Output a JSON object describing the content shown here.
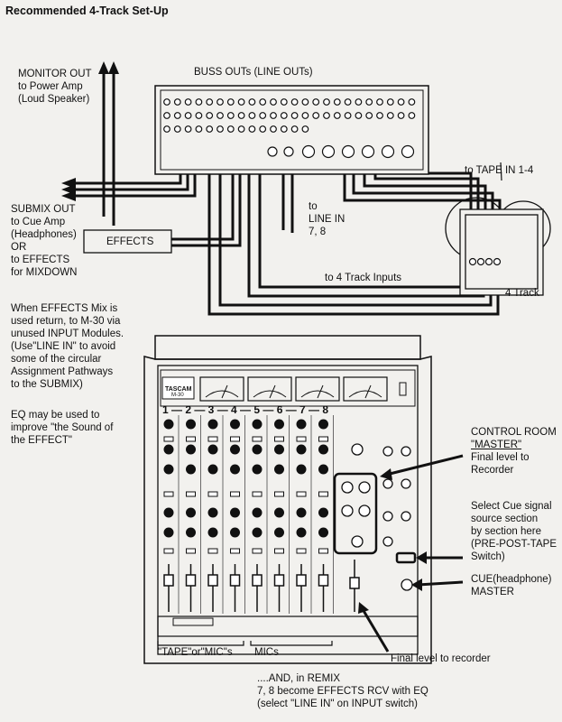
{
  "title": "Recommended 4-Track Set-Up",
  "labels": {
    "buss_outs": "BUSS OUTs (LINE OUTs)",
    "monitor_out": [
      "MONITOR OUT",
      "to Power Amp",
      "(Loud Speaker)"
    ],
    "to_tape_in": "to TAPE IN 1-4",
    "submix_out": [
      "SUBMIX OUT",
      "to Cue Amp",
      "(Headphones)",
      "OR",
      "to EFFECTS",
      "for MIXDOWN"
    ],
    "effects_box": "EFFECTS",
    "to_line_in": [
      "to",
      "LINE IN",
      "7, 8"
    ],
    "to_4track_inputs": "to 4 Track Inputs",
    "four_track": "4 Track",
    "effects_mix_note": [
      "When EFFECTS Mix is",
      "used return, to M-30 via",
      "unused INPUT Modules.",
      "(Use\"LINE IN\" to avoid",
      "some of the circular",
      "Assignment Pathways",
      "to the SUBMIX)"
    ],
    "eq_note": [
      "EQ may be used to",
      "improve \"the Sound of",
      "the EFFECT\""
    ],
    "control_room": [
      "CONTROL ROOM",
      "\"MASTER\"",
      "Final level to",
      "Recorder"
    ],
    "cue_select": [
      "Select Cue signal",
      "source section",
      "by section here",
      "(PRE-POST-TAPE",
      "Switch)"
    ],
    "cue_master": [
      "CUE(headphone)",
      "MASTER"
    ],
    "final_level": "Final level to recorder",
    "tape_or_mics": "\"TAPE\"or\"MIC\"s",
    "mics": "MICs",
    "remix_note": [
      "....AND, in REMIX",
      "7, 8 become EFFECTS RCV with EQ",
      "(select \"LINE IN\" on INPUT switch)"
    ],
    "channel_numbers": "1 — 2 — 3 — 4 — 5 — 6 — 7 — 8",
    "brand": "TASCAM",
    "model": "M-30"
  }
}
